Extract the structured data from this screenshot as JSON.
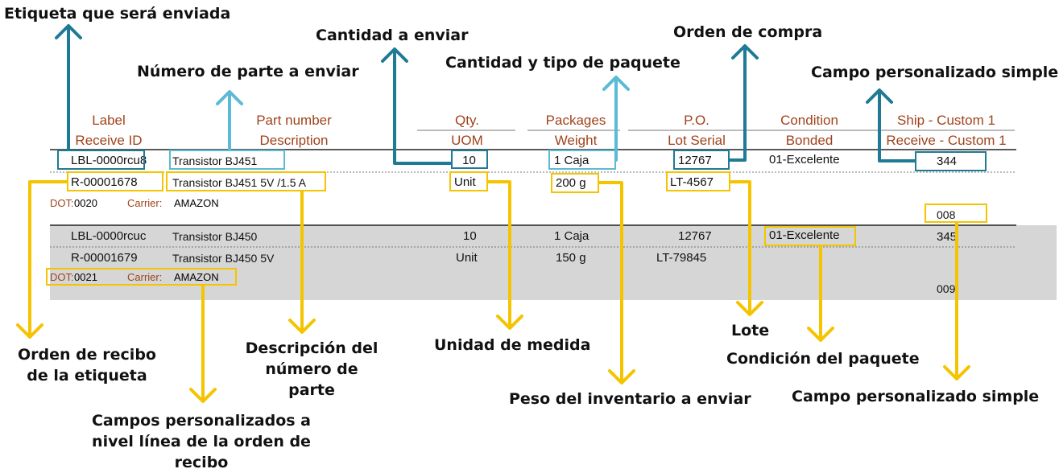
{
  "annotations": {
    "label_sent": "Etiqueta que será enviada",
    "part_number": "Número de parte a enviar",
    "qty": "Cantidad a enviar",
    "pkg": "Cantidad y tipo de paquete",
    "po": "Orden de compra",
    "custom_simple_top": "Campo personalizado simple",
    "receive_order": "Orden de recibo de la etiqueta",
    "description": "Descripción del número de parte",
    "uom": "Unidad de medida",
    "lot": "Lote",
    "condition": "Condición del paquete",
    "weight": "Peso del inventario a enviar",
    "custom_simple_bottom": "Campo personalizado simple",
    "custom_line": "Campos personalizados a nivel línea de la orden de recibo"
  },
  "headers": {
    "label": "Label",
    "receive_id": "Receive ID",
    "part_number": "Part number",
    "description": "Description",
    "qty": "Qty.",
    "uom": "UOM",
    "packages": "Packages",
    "weight": "Weight",
    "po": "P.O.",
    "lot_serial": "Lot Serial",
    "condition": "Condition",
    "bonded": "Bonded",
    "ship_custom": "Ship - Custom 1",
    "receive_custom": "Receive - Custom 1"
  },
  "rows": [
    {
      "label": "LBL-0000rcu8",
      "part": "Transistor BJ451",
      "qty": "10",
      "packages": "1 Caja",
      "po": "12767",
      "condition": "01-Excelente",
      "ship_custom": "344",
      "receive_id": "R-00001678",
      "description": "Transistor BJ451 5V /1.5 A",
      "uom": "Unit",
      "weight": "200 g",
      "lot": "LT-4567",
      "dot_label": "DOT:",
      "dot": "0020",
      "carrier_label": "Carrier:",
      "carrier": "AMAZON",
      "receive_custom": "008"
    },
    {
      "label": "LBL-0000rcuc",
      "part": "Transistor BJ450",
      "qty": "10",
      "packages": "1 Caja",
      "po": "12767",
      "condition": "01-Excelente",
      "ship_custom": "345",
      "receive_id": "R-00001679",
      "description": "Transistor BJ450 5V",
      "uom": "Unit",
      "weight": "150 g",
      "lot": "LT-79845",
      "dot_label": "DOT:",
      "dot": "0021",
      "carrier_label": "Carrier:",
      "carrier": "AMAZON",
      "receive_custom": "009"
    }
  ],
  "colors": {
    "teal": "#1f7a95",
    "light_blue": "#5bbad5",
    "gold": "#f5c400",
    "header_brown": "#a0431c",
    "band_gray": "#d6d6d6"
  }
}
